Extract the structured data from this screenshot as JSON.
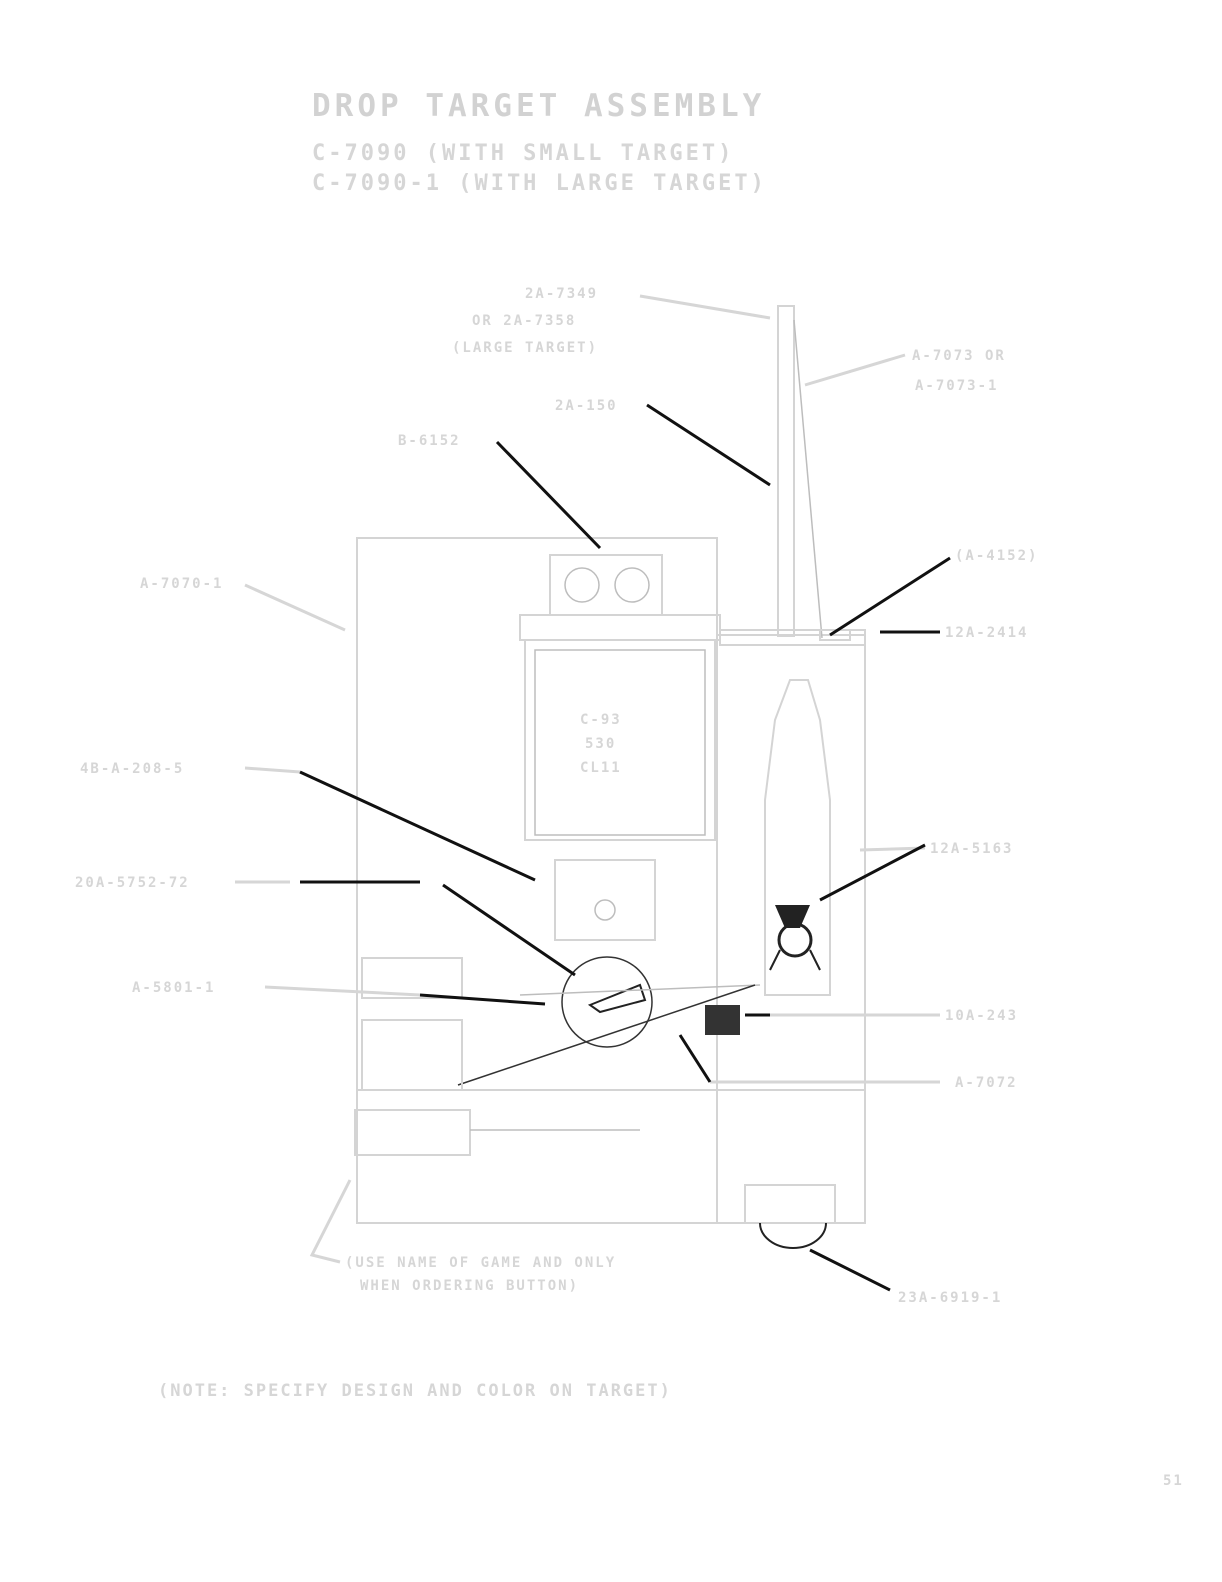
{
  "title": "DROP TARGET ASSEMBLY",
  "subtitle_1": "C-7090 (WITH SMALL TARGET)",
  "subtitle_2": "C-7090-1 (WITH LARGE TARGET)",
  "labels": {
    "target_1": "2A-7349",
    "target_2": "OR 2A-7358",
    "target_3": "(LARGE TARGET)",
    "bracket_1": "A-7073 OR",
    "bracket_2": "A-7073-1",
    "spring": "2A-150",
    "coil_cover": "B-6152",
    "frame": "A-7070-1",
    "clip": "(A-4152)",
    "pin": "12A-2414",
    "plunger": "4B-A-208-5",
    "spring_right": "12A-5163",
    "switch": "20A-5752-72",
    "lever": "A-5801-1",
    "bushing": "10A-243",
    "plate": "A-7072",
    "button": "23A-6919-1",
    "button_note_1": "(USE NAME OF GAME AND ONLY",
    "button_note_2": "WHEN ORDERING BUTTON)",
    "coil_1": "C-93",
    "coil_2": "530",
    "coil_3": "CL11"
  },
  "note": "(NOTE: SPECIFY DESIGN AND COLOR ON TARGET)",
  "page_number": "51"
}
